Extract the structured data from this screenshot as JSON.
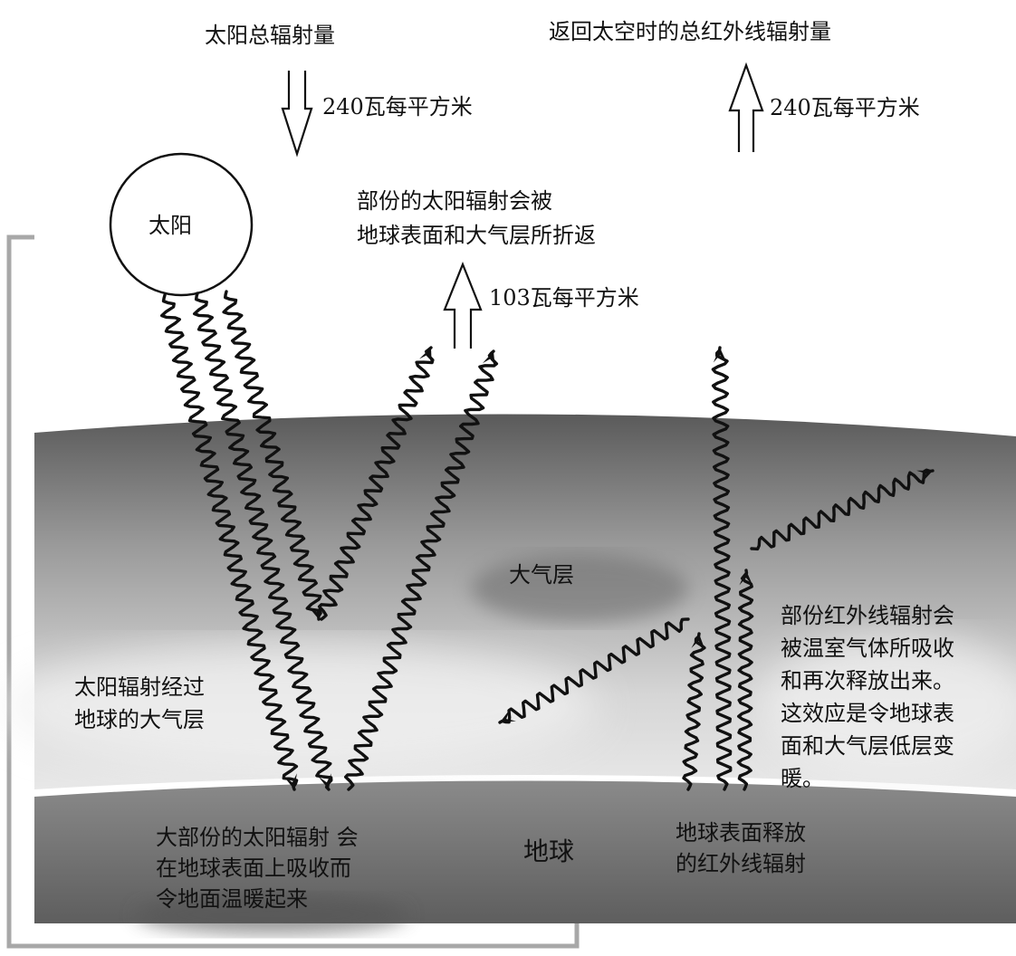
{
  "labels": {
    "solar_total": "太阳总辐射量",
    "solar_flux": "240瓦每平方米",
    "ir_total": "返回太空时的总红外线辐射量",
    "ir_flux": "240瓦每平方米",
    "sun": "太阳",
    "reflected_note": "部份的太阳辐射会被\n地球表面和大气层所折返",
    "reflected_flux": "103瓦每平方米",
    "atmosphere": "大气层",
    "passes_atmosphere": "太阳辐射经过\n地球的大气层",
    "absorbed_note": "大部份的太阳辐射 会\n在地球表面上吸收而\n令地面温暖起来",
    "earth": "地球",
    "surface_ir": "地球表面释放\n的红外线辐射",
    "greenhouse_note": "部份红外线辐射会\n被温室气体所吸收\n和再次释放出来。\n这效应是令地球表\n面和大气层低层变\n暖。"
  },
  "colors": {
    "atmosphere_top": "#5c5c5c",
    "atmosphere_bottom": "#e4e4e4",
    "earth": "#6e6e6e",
    "waves": "#111111",
    "frame": "#a8a8a8"
  }
}
